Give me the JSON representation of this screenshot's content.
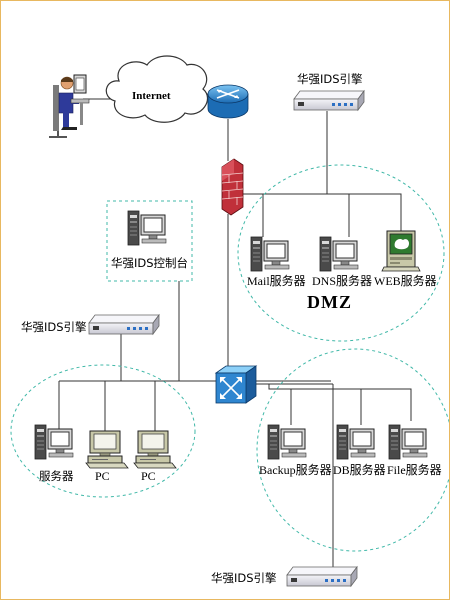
{
  "labels": {
    "internet": "Internet",
    "ids_engine_top": "华强IDS引擎",
    "ids_console": "华强IDS控制台",
    "ids_engine_left": "华强IDS引擎",
    "ids_engine_bottom": "华强IDS引擎",
    "mail_server": "Mail服务器",
    "dns_server": "DNS服务器",
    "web_server": "WEB服务器",
    "dmz": "DMZ",
    "server_left": "服务器",
    "pc_1": "PC",
    "pc_2": "PC",
    "backup_server": "Backup服务器",
    "db_server": "DB服务器",
    "file_server": "File服务器"
  },
  "colors": {
    "frame_border": "#e8b860",
    "router_blue": "#2f86d0",
    "switch_blue": "#2f86d0",
    "firewall_red": "#c0303a",
    "zone_dash": "#40b8a8",
    "ids_box": "#e6e6ec",
    "web_screen": "#2f7a2f",
    "pc_body": "#c8c8a8"
  },
  "icons": [
    "user-workstation-icon",
    "cloud-icon",
    "router-icon",
    "firewall-icon",
    "switch-icon",
    "ids-engine-icon",
    "server-icon",
    "pc-icon"
  ]
}
